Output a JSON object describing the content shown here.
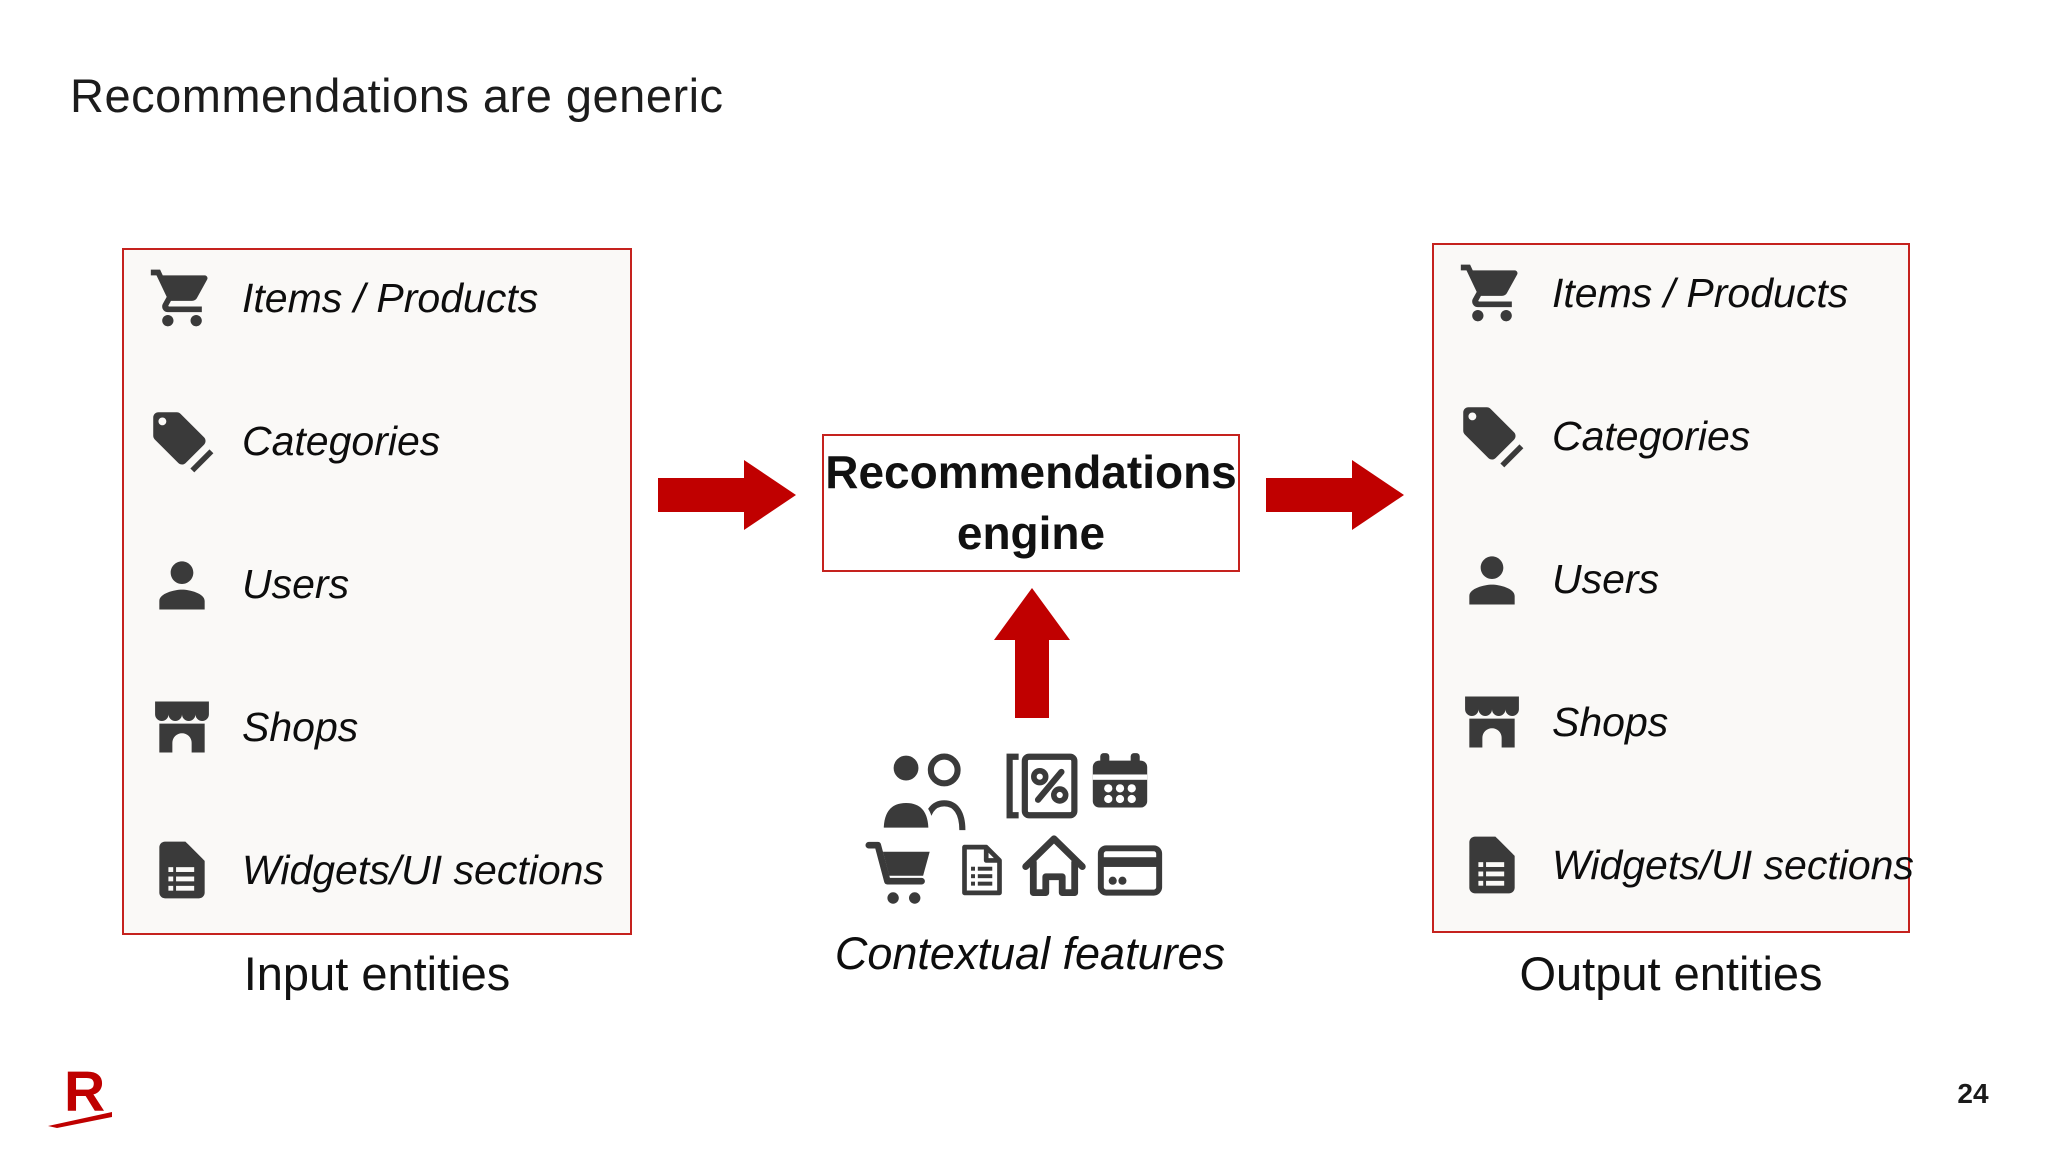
{
  "slide": {
    "title": "Recommendations are generic",
    "page_number": "24",
    "logo_letter": "R"
  },
  "input_box": {
    "label": "Input entities",
    "items": [
      {
        "icon": "cart-icon",
        "label": "Items / Products"
      },
      {
        "icon": "tag-icon",
        "label": "Categories"
      },
      {
        "icon": "user-icon",
        "label": "Users"
      },
      {
        "icon": "shop-icon",
        "label": "Shops"
      },
      {
        "icon": "document-icon",
        "label": "Widgets/UI sections"
      }
    ]
  },
  "engine": {
    "line1": "Recommendations",
    "line2": "engine"
  },
  "context": {
    "label": "Contextual features",
    "icons": [
      "two-users-icon",
      "discount-icon",
      "calendar-icon",
      "cart-icon",
      "document-icon",
      "home-icon",
      "credit-card-icon"
    ]
  },
  "output_box": {
    "label": "Output entities",
    "items": [
      {
        "icon": "cart-icon",
        "label": "Items / Products"
      },
      {
        "icon": "tag-icon",
        "label": "Categories"
      },
      {
        "icon": "user-icon",
        "label": "Users"
      },
      {
        "icon": "shop-icon",
        "label": "Shops"
      },
      {
        "icon": "document-icon",
        "label": "Widgets/UI sections"
      }
    ]
  },
  "colors": {
    "box_border_red": "#C5221E",
    "arrow_red": "#C00000",
    "icon_dark": "#3A3A3A",
    "rakuten_red": "#BF0000",
    "text_ink": "#111111"
  }
}
